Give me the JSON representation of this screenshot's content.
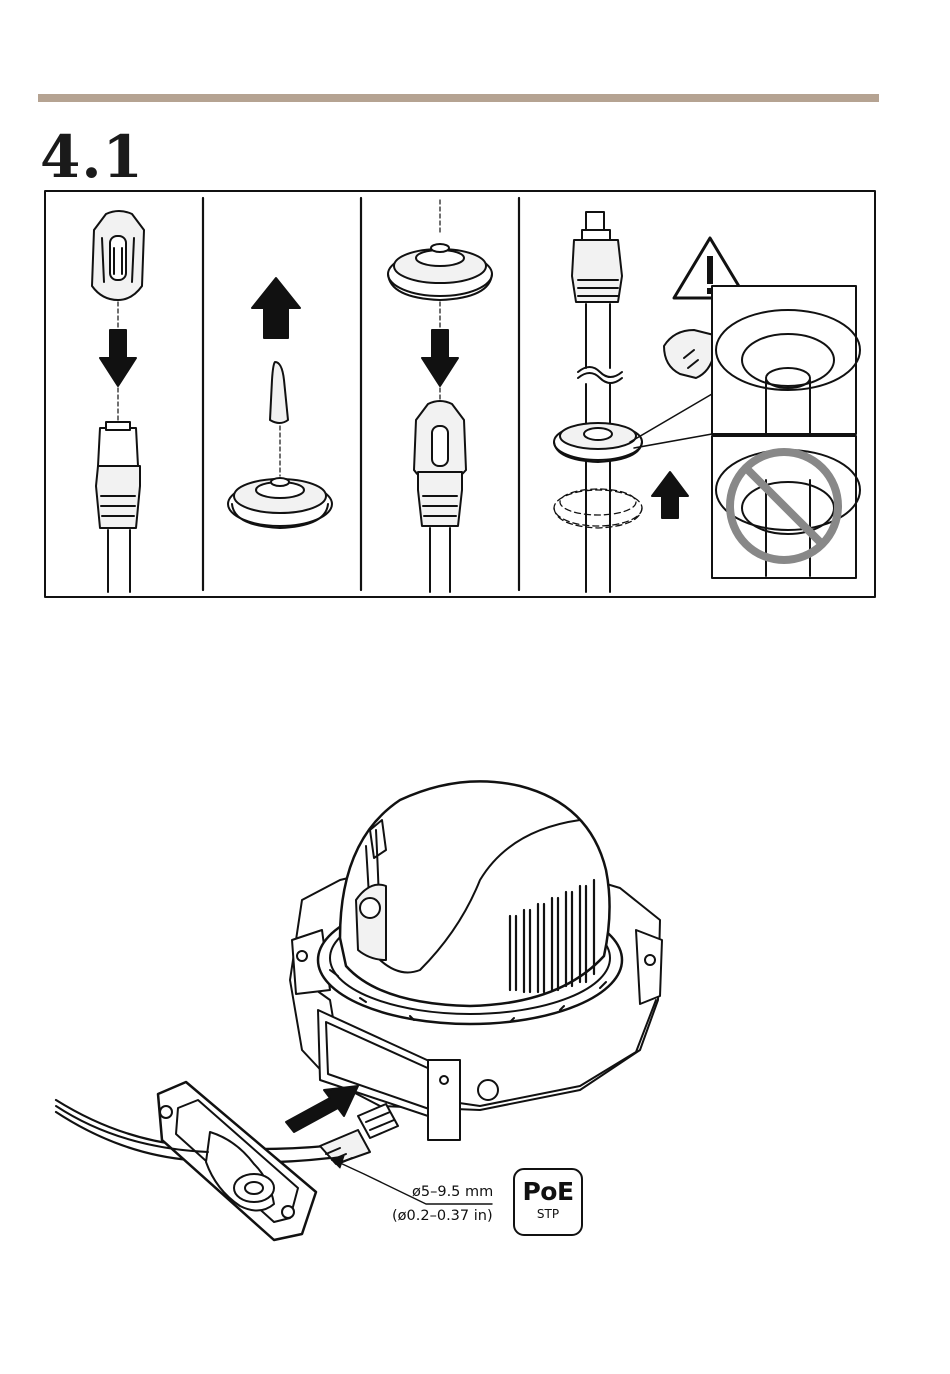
{
  "section": {
    "number": "4.1"
  },
  "colors": {
    "rule": "#b5a392",
    "line": "#111111",
    "fill_light": "#f2f2f2",
    "prohibit": "#888888"
  },
  "steps": [
    {
      "icon": "cable-clip-icon"
    },
    {
      "icon": "gasket-plug-removal-icon"
    },
    {
      "icon": "gasket-onto-cable-icon"
    },
    {
      "icon": "gasket-seating-warning-icon"
    }
  ],
  "mount": {
    "icon": "dome-camera-mounting-icon",
    "cable_diameter_mm": "ø5–9.5 mm",
    "cable_diameter_in": "(ø0.2–0.37 in)",
    "badge_main": "PoE",
    "badge_sub": "STP"
  }
}
